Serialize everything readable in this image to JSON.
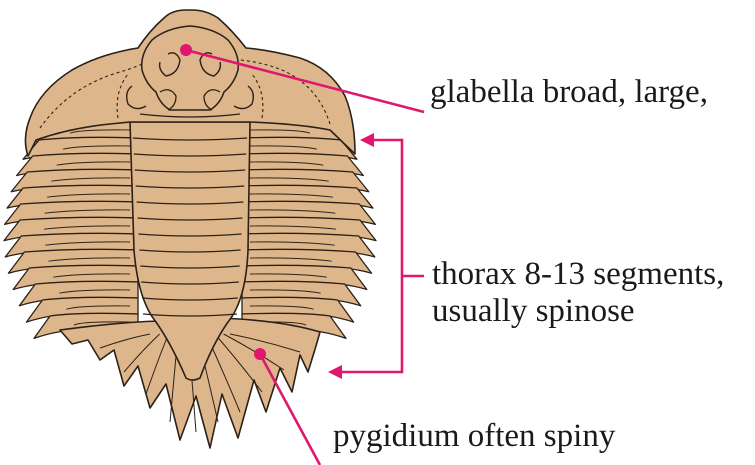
{
  "labels": {
    "glabella": "glabella broad, large,",
    "thorax_line1": "thorax 8-13 segments,",
    "thorax_line2": "usually spinose",
    "pygidium": "pygidium often spiny"
  },
  "colors": {
    "body_fill": "#deb68c",
    "outline": "#2b2118",
    "pointer": "#e0176e",
    "background": "#ffffff"
  },
  "thorax_segment_count": 13
}
